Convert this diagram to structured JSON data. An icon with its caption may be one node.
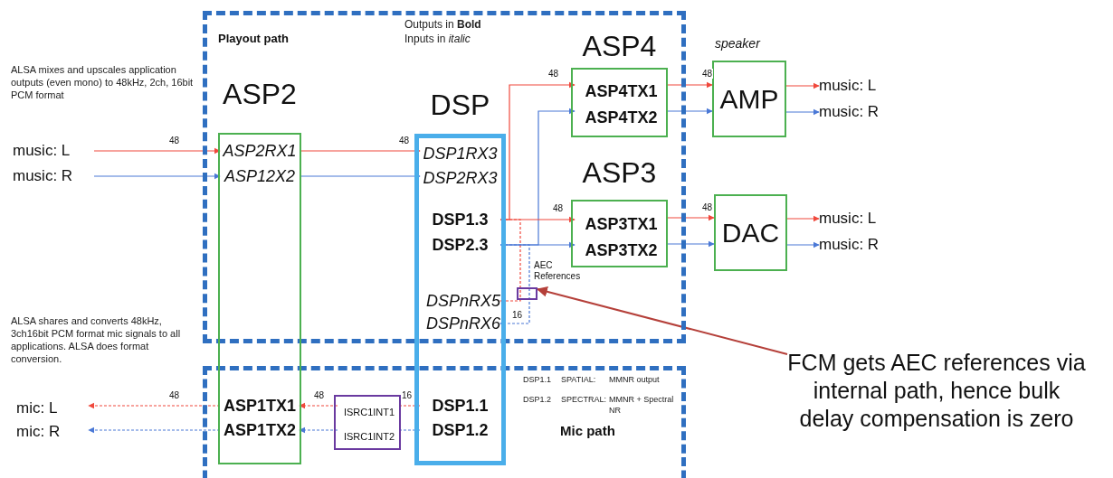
{
  "diagram": {
    "nodes": [
      {
        "text": [
          "Playout path"
        ]
      },
      {
        "text": [
          "Mic path"
        ]
      },
      {
        "text": [],
        "shape": "box",
        "beside": [
          "ASP2"
        ]
      },
      {
        "text": [
          "ASP2RX1"
        ]
      },
      {
        "text": [
          "ASP12X2"
        ]
      },
      {
        "text": [
          "ASP1TX1"
        ]
      },
      {
        "text": [
          "ASP1TX2"
        ]
      },
      {
        "text": [],
        "shape": "box",
        "beside": [
          "DSP"
        ]
      },
      {
        "text": [
          "DSP1RX3"
        ]
      },
      {
        "text": [
          "DSP2RX3"
        ]
      },
      {
        "text": [
          "DSP1.3"
        ]
      },
      {
        "text": [
          "DSP2.3"
        ]
      },
      {
        "text": [
          "DSPnRX5"
        ]
      },
      {
        "text": [
          "DSPnRX6"
        ]
      },
      {
        "text": [
          "DSP1.1"
        ]
      },
      {
        "text": [
          "DSP1.2"
        ]
      },
      {
        "text": [
          "ASP4"
        ],
        "in": 0
      },
      {
        "text": [
          "ASP4TX1"
        ],
        "in": 16
      },
      {
        "text": [
          "ASP4TX2"
        ],
        "in": 16
      },
      {
        "text": [
          "ASP3"
        ],
        "in": 0
      },
      {
        "text": [
          "ASP3TX1"
        ],
        "in": 19
      },
      {
        "text": [
          "ASP3TX2"
        ],
        "in": 19
      },
      {
        "text": [
          "AMP"
        ],
        "beside": [
          "speaker"
        ]
      },
      {
        "text": [
          "DAC"
        ]
      },
      {
        "text": [],
        "shape": "box",
        "in": 1
      },
      {
        "text": [
          "ISRC1INT1"
        ],
        "in": 24
      },
      {
        "text": [
          "ISRC1INT2"
        ],
        "in": 24
      },
      {
        "text": [],
        "shape": "box",
        "in": 0,
        "beside": [
          "AEC References"
        ]
      },
      {
        "text": [
          "music: L"
        ]
      },
      {
        "text": [
          "music: R"
        ]
      },
      {
        "text": [
          "music: L"
        ]
      },
      {
        "text": [
          "music: R"
        ]
      },
      {
        "text": [
          "music: L"
        ]
      },
      {
        "text": [
          "music: R"
        ]
      },
      {
        "text": [
          "mic: L"
        ]
      },
      {
        "text": [
          "mic: R"
        ]
      },
      {
        "text": [
          "FCM gets AEC references via internal path, hence bulk delay compensation is zero"
        ]
      }
    ],
    "edges": [
      {
        "from": 28,
        "to": 3,
        "arrow": "to",
        "label": "48",
        "color": "#f0483c"
      },
      {
        "from": 29,
        "to": 4,
        "arrow": "to",
        "color": "#4a78d6"
      },
      {
        "from": 3,
        "to": 8,
        "arrow": "to",
        "label": "48",
        "color": "#f0483c"
      },
      {
        "from": 4,
        "to": 9,
        "arrow": "to",
        "color": "#4a78d6"
      },
      {
        "from": 10,
        "to": 17,
        "arrow": "to",
        "label": "48",
        "color": "#f0483c"
      },
      {
        "from": 11,
        "to": 18,
        "arrow": "to",
        "color": "#4a78d6"
      },
      {
        "from": 10,
        "to": 20,
        "arrow": "to",
        "label": "48",
        "color": "#f0483c"
      },
      {
        "from": 11,
        "to": 21,
        "arrow": "to",
        "color": "#4a78d6"
      },
      {
        "from": 17,
        "to": 22,
        "arrow": "to",
        "label": "48",
        "color": "#f0483c"
      },
      {
        "from": 18,
        "to": 22,
        "arrow": "to",
        "color": "#4a78d6"
      },
      {
        "from": 20,
        "to": 23,
        "arrow": "to",
        "label": "48",
        "color": "#f0483c"
      },
      {
        "from": 21,
        "to": 23,
        "arrow": "to",
        "color": "#4a78d6"
      },
      {
        "from": 22,
        "to": 30,
        "arrow": "to",
        "color": "#f0483c"
      },
      {
        "from": 22,
        "to": 31,
        "arrow": "to",
        "color": "#4a78d6"
      },
      {
        "from": 23,
        "to": 32,
        "arrow": "to",
        "color": "#f0483c"
      },
      {
        "from": 23,
        "to": 33,
        "arrow": "to",
        "color": "#4a78d6"
      },
      {
        "from": 10,
        "to": 12,
        "arrow": "to",
        "style": "dashed",
        "color": "#f0483c"
      },
      {
        "from": 11,
        "to": 13,
        "arrow": "to",
        "label": "16",
        "style": "dashed",
        "color": "#4a78d6"
      },
      {
        "from": 14,
        "to": 25,
        "arrow": "none",
        "label": "16",
        "style": "dashed",
        "color": "#f0483c"
      },
      {
        "from": 15,
        "to": 26,
        "arrow": "none",
        "style": "dashed",
        "color": "#4a78d6"
      },
      {
        "from": 25,
        "to": 5,
        "arrow": "to",
        "label": "48",
        "style": "dashed",
        "color": "#f0483c"
      },
      {
        "from": 26,
        "to": 6,
        "arrow": "to",
        "style": "dashed",
        "color": "#4a78d6"
      },
      {
        "from": 5,
        "to": 34,
        "arrow": "to",
        "label": "48",
        "style": "dashed",
        "color": "#f0483c"
      },
      {
        "from": 6,
        "to": 35,
        "arrow": "to",
        "style": "dashed",
        "color": "#4a78d6"
      },
      {
        "from": 36,
        "to": 27,
        "arrow": "to",
        "color": "#b5403a"
      }
    ],
    "labels": [
      "ALSA mixes and upscales application outputs (even mono) to 48kHz, 2ch, 16bit PCM format",
      "Outputs in **Bold**",
      "Inputs in *italic*",
      "ALSA shares and converts 48kHz, 3ch16bit PCM format mic signals to all applications. ALSA does format conversion.",
      "DSP1.1",
      "SPATIAL:",
      "MMNR output",
      "DSP1.2",
      "SPECTRAL:",
      "MMNR + Spectral NR"
    ]
  }
}
